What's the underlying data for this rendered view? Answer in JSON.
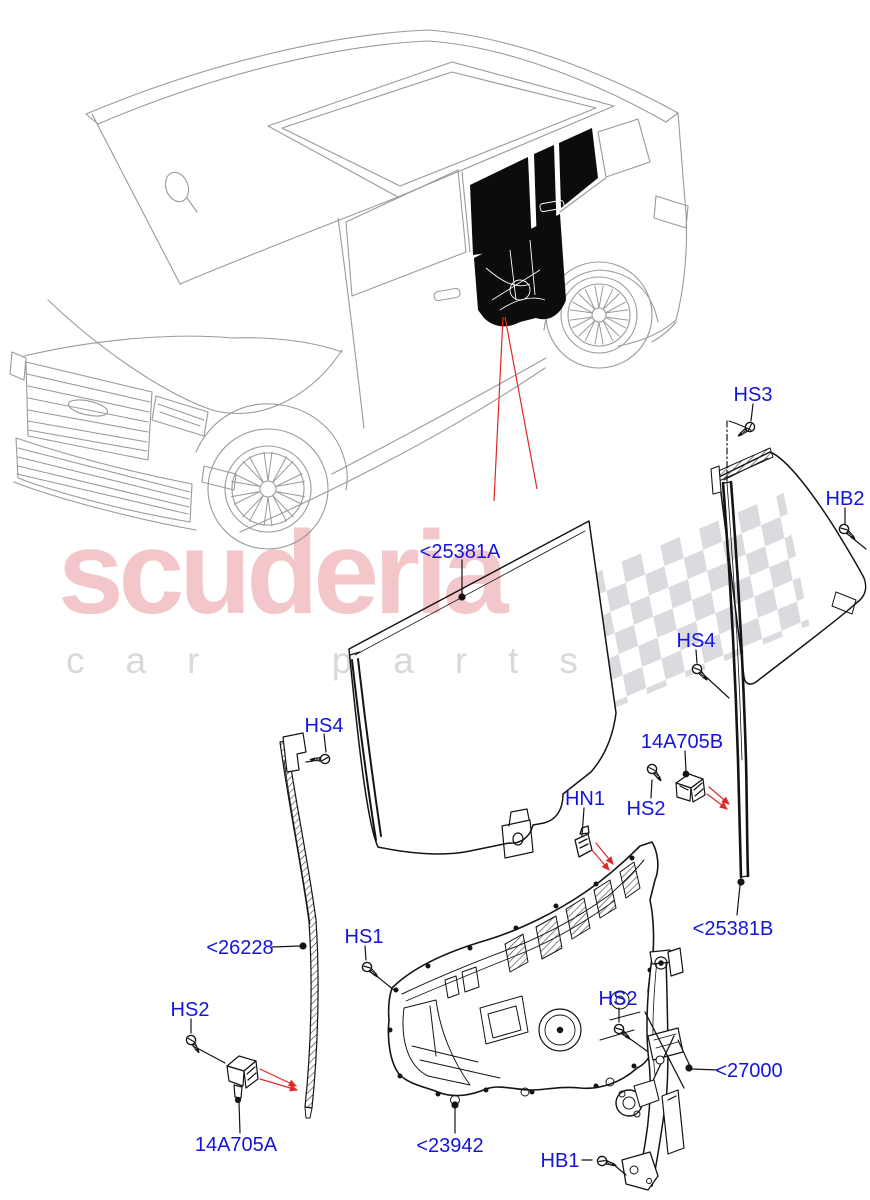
{
  "watermark": {
    "brand": "scuderia",
    "tagline": "car parts"
  },
  "colors": {
    "label_blue": "#1414dd",
    "diagram_line": "#141414",
    "car_line": "#9a9a9a",
    "red_pointer": "#e02828",
    "watermark_pink": "#f3c7ca",
    "watermark_gray": "#d9d9d9",
    "checker_gray": "#dadbdf"
  },
  "diagram": {
    "labels": [
      {
        "id": "25381A",
        "text": "<25381A"
      },
      {
        "id": "HS3",
        "text": "HS3"
      },
      {
        "id": "HB2",
        "text": "HB2"
      },
      {
        "id": "HS4-right",
        "text": "HS4"
      },
      {
        "id": "14A705B",
        "text": "14A705B"
      },
      {
        "id": "HS2-quarter",
        "text": "HS2"
      },
      {
        "id": "25381B",
        "text": "<25381B"
      },
      {
        "id": "HS4-left",
        "text": "HS4"
      },
      {
        "id": "HN1",
        "text": "HN1"
      },
      {
        "id": "HS1",
        "text": "HS1"
      },
      {
        "id": "26228",
        "text": "<26228"
      },
      {
        "id": "HS2-left",
        "text": "HS2"
      },
      {
        "id": "14A705A",
        "text": "14A705A"
      },
      {
        "id": "23942",
        "text": "<23942"
      },
      {
        "id": "HS2-regulator",
        "text": "HS2"
      },
      {
        "id": "27000",
        "text": "<27000"
      },
      {
        "id": "HB1",
        "text": "HB1"
      }
    ]
  }
}
